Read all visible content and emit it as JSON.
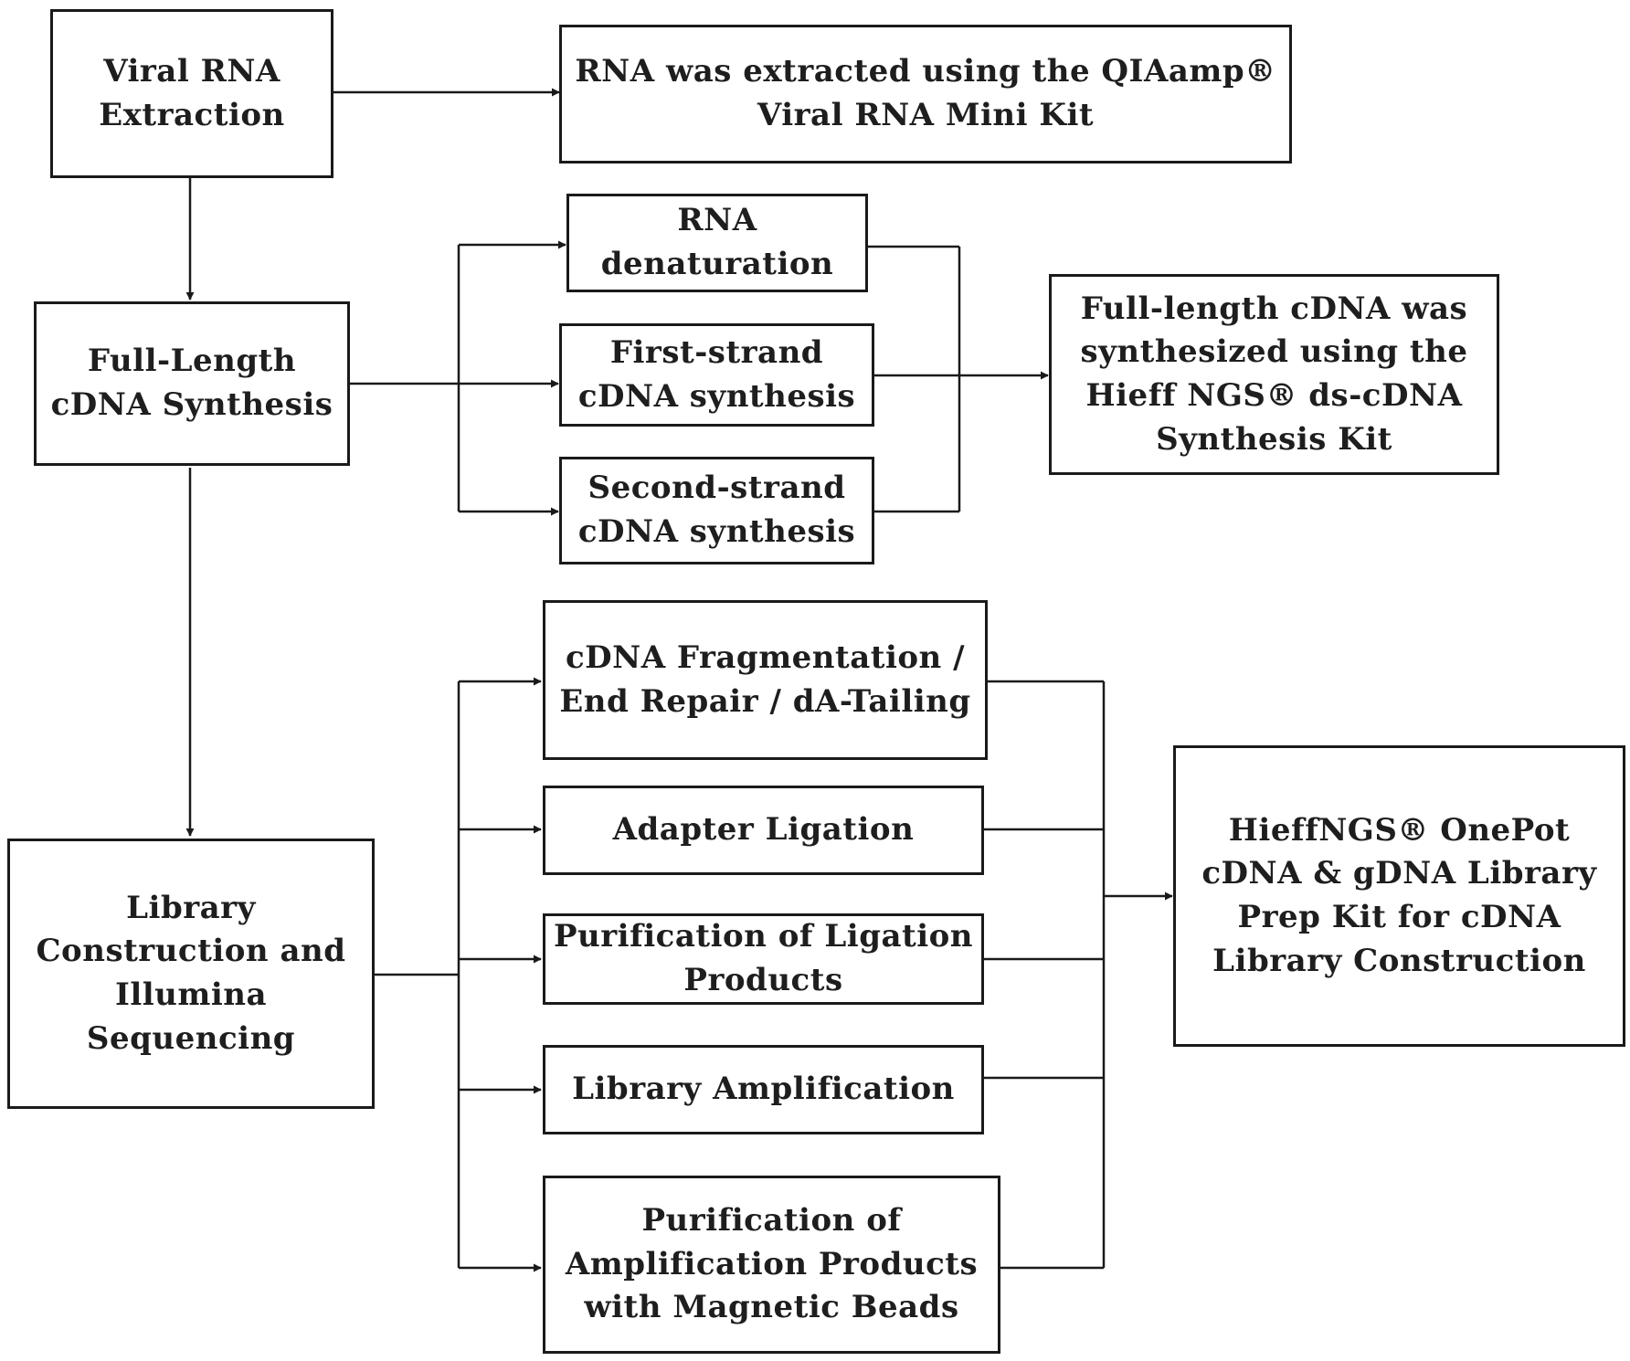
{
  "colors": {
    "stroke": "#1a1a1a",
    "text": "#1e1e1e",
    "background": "#ffffff"
  },
  "nodes": {
    "viral_rna_extraction": "Viral RNA\nExtraction",
    "qiaamp_kit": "RNA was extracted using the QIAamp®\nViral RNA Mini Kit",
    "full_length_cdna_synthesis": "Full-Length\ncDNA Synthesis",
    "rna_denaturation": "RNA\ndenaturation",
    "first_strand": "First-strand\ncDNA synthesis",
    "second_strand": "Second-strand\ncDNA synthesis",
    "hieff_ds_cdna_kit": "Full-length cDNA was\nsynthesized using the\nHieff NGS® ds-cDNA\nSynthesis Kit",
    "library_construction": "Library\nConstruction and\nIllumina\nSequencing",
    "fragmentation": "cDNA Fragmentation /\nEnd Repair / dA-Tailing",
    "adapter_ligation": "Adapter Ligation",
    "purification_ligation": "Purification of Ligation\nProducts",
    "library_amplification": "Library Amplification",
    "purification_amplification": "Purification of\nAmplification Products\nwith Magnetic Beads",
    "onepot_kit": "HieffNGS® OnePot\ncDNA & gDNA Library\nPrep Kit for cDNA\nLibrary Construction"
  },
  "edges": [
    {
      "from": "viral_rna_extraction",
      "to": "qiaamp_kit"
    },
    {
      "from": "viral_rna_extraction",
      "to": "full_length_cdna_synthesis"
    },
    {
      "from": "full_length_cdna_synthesis",
      "to": "rna_denaturation"
    },
    {
      "from": "full_length_cdna_synthesis",
      "to": "first_strand"
    },
    {
      "from": "full_length_cdna_synthesis",
      "to": "second_strand"
    },
    {
      "from": "rna_denaturation",
      "to": "hieff_ds_cdna_kit"
    },
    {
      "from": "first_strand",
      "to": "hieff_ds_cdna_kit"
    },
    {
      "from": "second_strand",
      "to": "hieff_ds_cdna_kit"
    },
    {
      "from": "full_length_cdna_synthesis",
      "to": "library_construction"
    },
    {
      "from": "library_construction",
      "to": "fragmentation"
    },
    {
      "from": "library_construction",
      "to": "adapter_ligation"
    },
    {
      "from": "library_construction",
      "to": "purification_ligation"
    },
    {
      "from": "library_construction",
      "to": "library_amplification"
    },
    {
      "from": "library_construction",
      "to": "purification_amplification"
    },
    {
      "from": "fragmentation",
      "to": "onepot_kit"
    },
    {
      "from": "adapter_ligation",
      "to": "onepot_kit"
    },
    {
      "from": "purification_ligation",
      "to": "onepot_kit"
    },
    {
      "from": "library_amplification",
      "to": "onepot_kit"
    },
    {
      "from": "purification_amplification",
      "to": "onepot_kit"
    }
  ]
}
